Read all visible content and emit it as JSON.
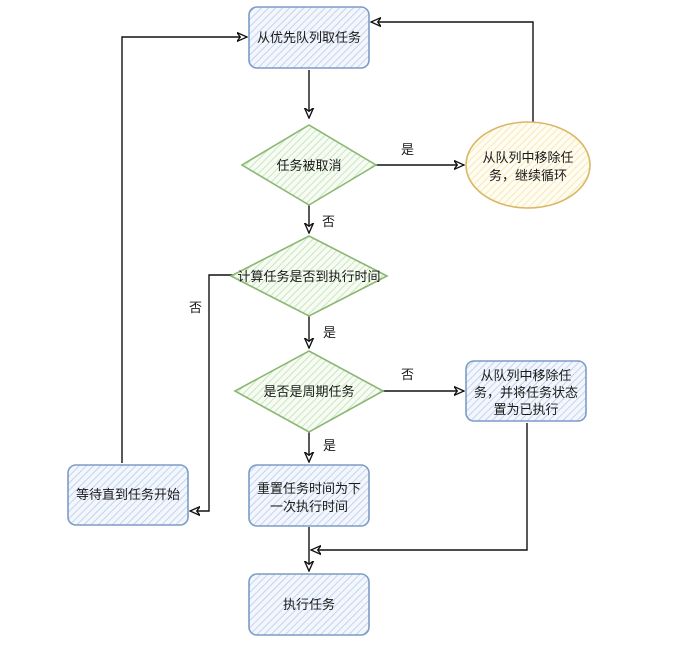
{
  "diagram": {
    "type": "flowchart",
    "nodes": {
      "fetch_task": {
        "label": "从优先队列取任务",
        "shape": "rounded-rect",
        "color": "#dae8fc"
      },
      "task_cancelled": {
        "label": "任务被取消",
        "shape": "diamond",
        "color": "#d5e8d4"
      },
      "remove_continue": {
        "label_lines": [
          "从队列中移除任",
          "务，继续循环"
        ],
        "shape": "ellipse",
        "color": "#fff2cc"
      },
      "check_time": {
        "label": "计算任务是否到执行时间",
        "shape": "diamond",
        "color": "#d5e8d4"
      },
      "is_periodic": {
        "label": "是否是周期任务",
        "shape": "diamond",
        "color": "#d5e8d4"
      },
      "remove_mark": {
        "label_lines": [
          "从队列中移除任",
          "务，并将任务状态",
          "置为已执行"
        ],
        "shape": "rounded-rect",
        "color": "#dae8fc"
      },
      "wait_start": {
        "label": "等待直到任务开始",
        "shape": "rounded-rect",
        "color": "#dae8fc"
      },
      "reset_time": {
        "label_lines": [
          "重置任务时间为下",
          "一次执行时间"
        ],
        "shape": "rounded-rect",
        "color": "#dae8fc"
      },
      "execute_task": {
        "label": "执行任务",
        "shape": "rounded-rect",
        "color": "#dae8fc"
      }
    },
    "edges": [
      {
        "from": "fetch_task",
        "to": "task_cancelled",
        "label": ""
      },
      {
        "from": "task_cancelled",
        "to": "remove_continue",
        "label": "是"
      },
      {
        "from": "remove_continue",
        "to": "fetch_task",
        "label": ""
      },
      {
        "from": "task_cancelled",
        "to": "check_time",
        "label": "否"
      },
      {
        "from": "check_time",
        "to": "wait_start",
        "label": "否"
      },
      {
        "from": "wait_start",
        "to": "fetch_task",
        "label": ""
      },
      {
        "from": "check_time",
        "to": "is_periodic",
        "label": "是"
      },
      {
        "from": "is_periodic",
        "to": "remove_mark",
        "label": "否"
      },
      {
        "from": "is_periodic",
        "to": "reset_time",
        "label": "是"
      },
      {
        "from": "reset_time",
        "to": "execute_task",
        "label": ""
      },
      {
        "from": "remove_mark",
        "to": "execute_task",
        "label": ""
      }
    ],
    "edge_labels": {
      "cancelled_yes": "是",
      "cancelled_no": "否",
      "time_no": "否",
      "time_yes": "是",
      "periodic_no": "否",
      "periodic_yes": "是"
    }
  }
}
